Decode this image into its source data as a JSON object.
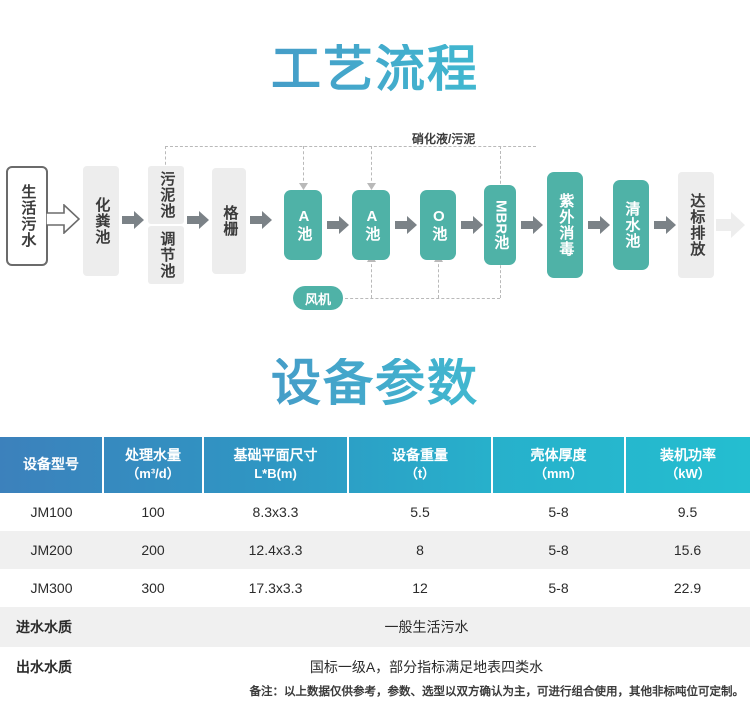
{
  "sections": {
    "process_title": "工艺流程",
    "params_title": "设备参数"
  },
  "flow": {
    "nodes": [
      {
        "id": "inflow",
        "label": "生活污水",
        "style": "outline"
      },
      {
        "id": "septic",
        "label": "化粪池",
        "style": "gray"
      },
      {
        "id": "sludge",
        "label_top": "污泥池",
        "label_bottom": "调节池",
        "style": "split"
      },
      {
        "id": "grille",
        "label": "格栅",
        "style": "gray"
      },
      {
        "id": "a1",
        "label": "A池",
        "style": "teal"
      },
      {
        "id": "a2",
        "label": "A池",
        "style": "teal"
      },
      {
        "id": "o",
        "label": "O池",
        "style": "teal"
      },
      {
        "id": "mbr",
        "label": "MBR池",
        "style": "teal"
      },
      {
        "id": "uv",
        "label": "紫外消毒",
        "style": "teal"
      },
      {
        "id": "clear",
        "label": "清水池",
        "style": "teal"
      },
      {
        "id": "outflow",
        "label": "达标排放",
        "style": "gray"
      }
    ],
    "return_label": "硝化液/污泥",
    "blower_label": "风机",
    "colors": {
      "teal": "#4fb2a7",
      "gray": "#ededed",
      "arrow": "#7b8287",
      "dashed": "#b9b9b9"
    }
  },
  "table": {
    "headers": [
      {
        "line1": "设备型号",
        "line2": ""
      },
      {
        "line1": "处理水量",
        "line2": "（m³/d）"
      },
      {
        "line1": "基础平面尺寸",
        "line2": "L*B(m)"
      },
      {
        "line1": "设备重量",
        "line2": "（t）"
      },
      {
        "line1": "壳体厚度",
        "line2": "（mm）"
      },
      {
        "line1": "装机功率",
        "line2": "（kW）"
      }
    ],
    "rows": [
      {
        "model": "JM100",
        "flow": "100",
        "size": "8.3x3.3",
        "weight": "5.5",
        "thickness": "5-8",
        "power": "9.5"
      },
      {
        "model": "JM200",
        "flow": "200",
        "size": "12.4x3.3",
        "weight": "8",
        "thickness": "5-8",
        "power": "15.6"
      },
      {
        "model": "JM300",
        "flow": "300",
        "size": "17.3x3.3",
        "weight": "12",
        "thickness": "5-8",
        "power": "22.9"
      }
    ],
    "quality": [
      {
        "label": "进水水质",
        "value": "一般生活污水"
      },
      {
        "label": "出水水质",
        "value": "国标一级A，部分指标满足地表四类水"
      }
    ],
    "note": "备注：以上数据仅供参考，参数、选型以双方确认为主，可进行组合使用，其他非标吨位可定制。",
    "colors": {
      "header_start": "#3c81bc",
      "header_end": "#24bed0",
      "alt_row": "#f0f0f0"
    }
  }
}
